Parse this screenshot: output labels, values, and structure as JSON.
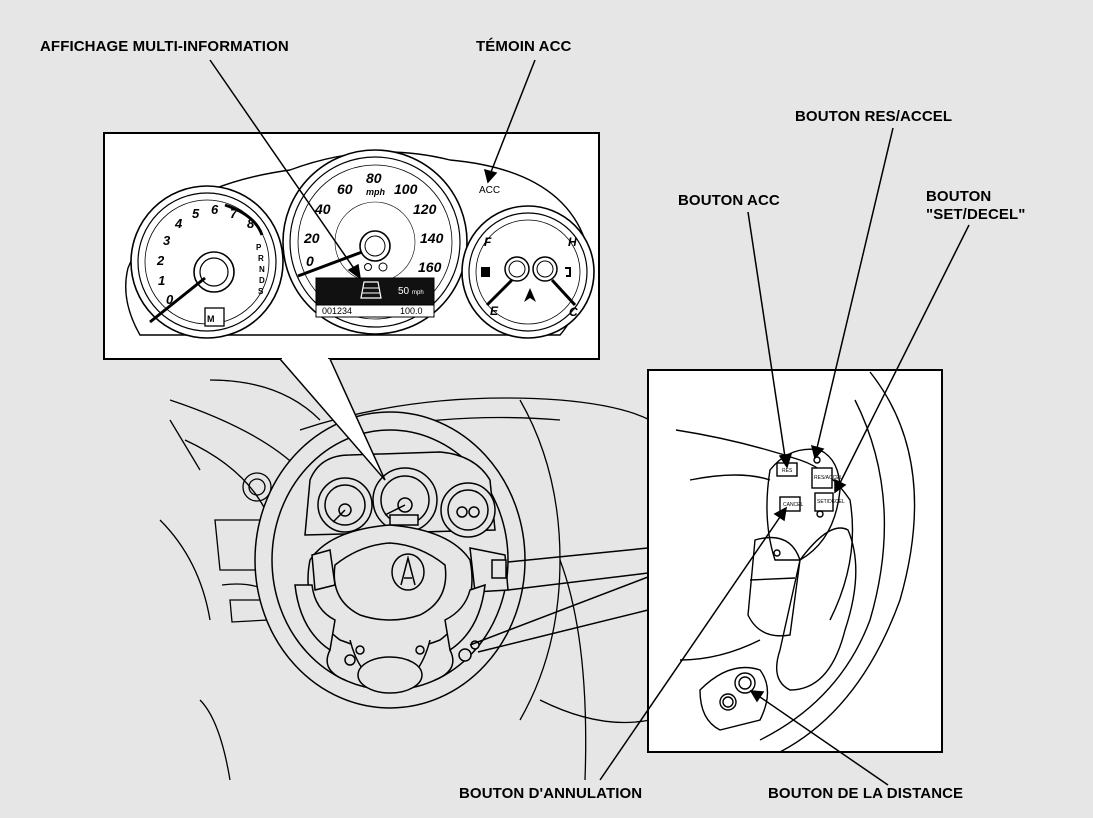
{
  "labels": {
    "multi_info": "AFFICHAGE MULTI-INFORMATION",
    "acc_indicator": "TÉMOIN ACC",
    "res_accel": "BOUTON RES/ACCEL",
    "acc_button": "BOUTON ACC",
    "set_decel_line1": "BOUTON",
    "set_decel_line2": "\"SET/DECEL\"",
    "cancel": "BOUTON D'ANNULATION",
    "distance": "BOUTON DE LA DISTANCE"
  },
  "cluster": {
    "acc_text": "ACC",
    "speedo_ticks": [
      "0",
      "20",
      "40",
      "60",
      "80",
      "100",
      "120",
      "140",
      "160"
    ],
    "speedo_unit": "mph",
    "tacho_ticks": [
      "0",
      "1",
      "2",
      "3",
      "4",
      "5",
      "6",
      "7",
      "8"
    ],
    "gear_letters": [
      "P",
      "R",
      "N",
      "D",
      "S"
    ],
    "gear_indicator": "M",
    "display_speed": "50",
    "display_unit": "mph",
    "odometer": "001234",
    "trip": "100.0",
    "fuel_full": "F",
    "fuel_empty": "E",
    "temp_hot": "H",
    "temp_cold": "C"
  },
  "colors": {
    "background": "#e6e6e6",
    "ink": "#000000",
    "display": "#111111"
  }
}
